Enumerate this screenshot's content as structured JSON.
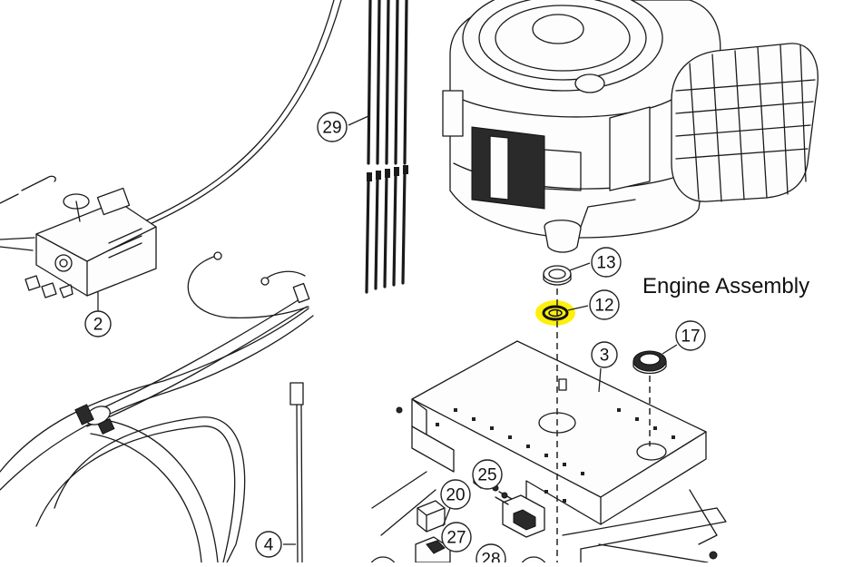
{
  "diagram": {
    "label": "Engine Assembly",
    "highlight_color": "#ffee00",
    "callouts": [
      {
        "id": "c29",
        "text": "29"
      },
      {
        "id": "c2",
        "text": "2"
      },
      {
        "id": "c13",
        "text": "13"
      },
      {
        "id": "c12",
        "text": "12"
      },
      {
        "id": "c17",
        "text": "17"
      },
      {
        "id": "c3",
        "text": "3"
      },
      {
        "id": "c25",
        "text": "25"
      },
      {
        "id": "c20",
        "text": "20"
      },
      {
        "id": "c27",
        "text": "27"
      },
      {
        "id": "c28",
        "text": "28"
      },
      {
        "id": "c4",
        "text": "4"
      }
    ]
  }
}
